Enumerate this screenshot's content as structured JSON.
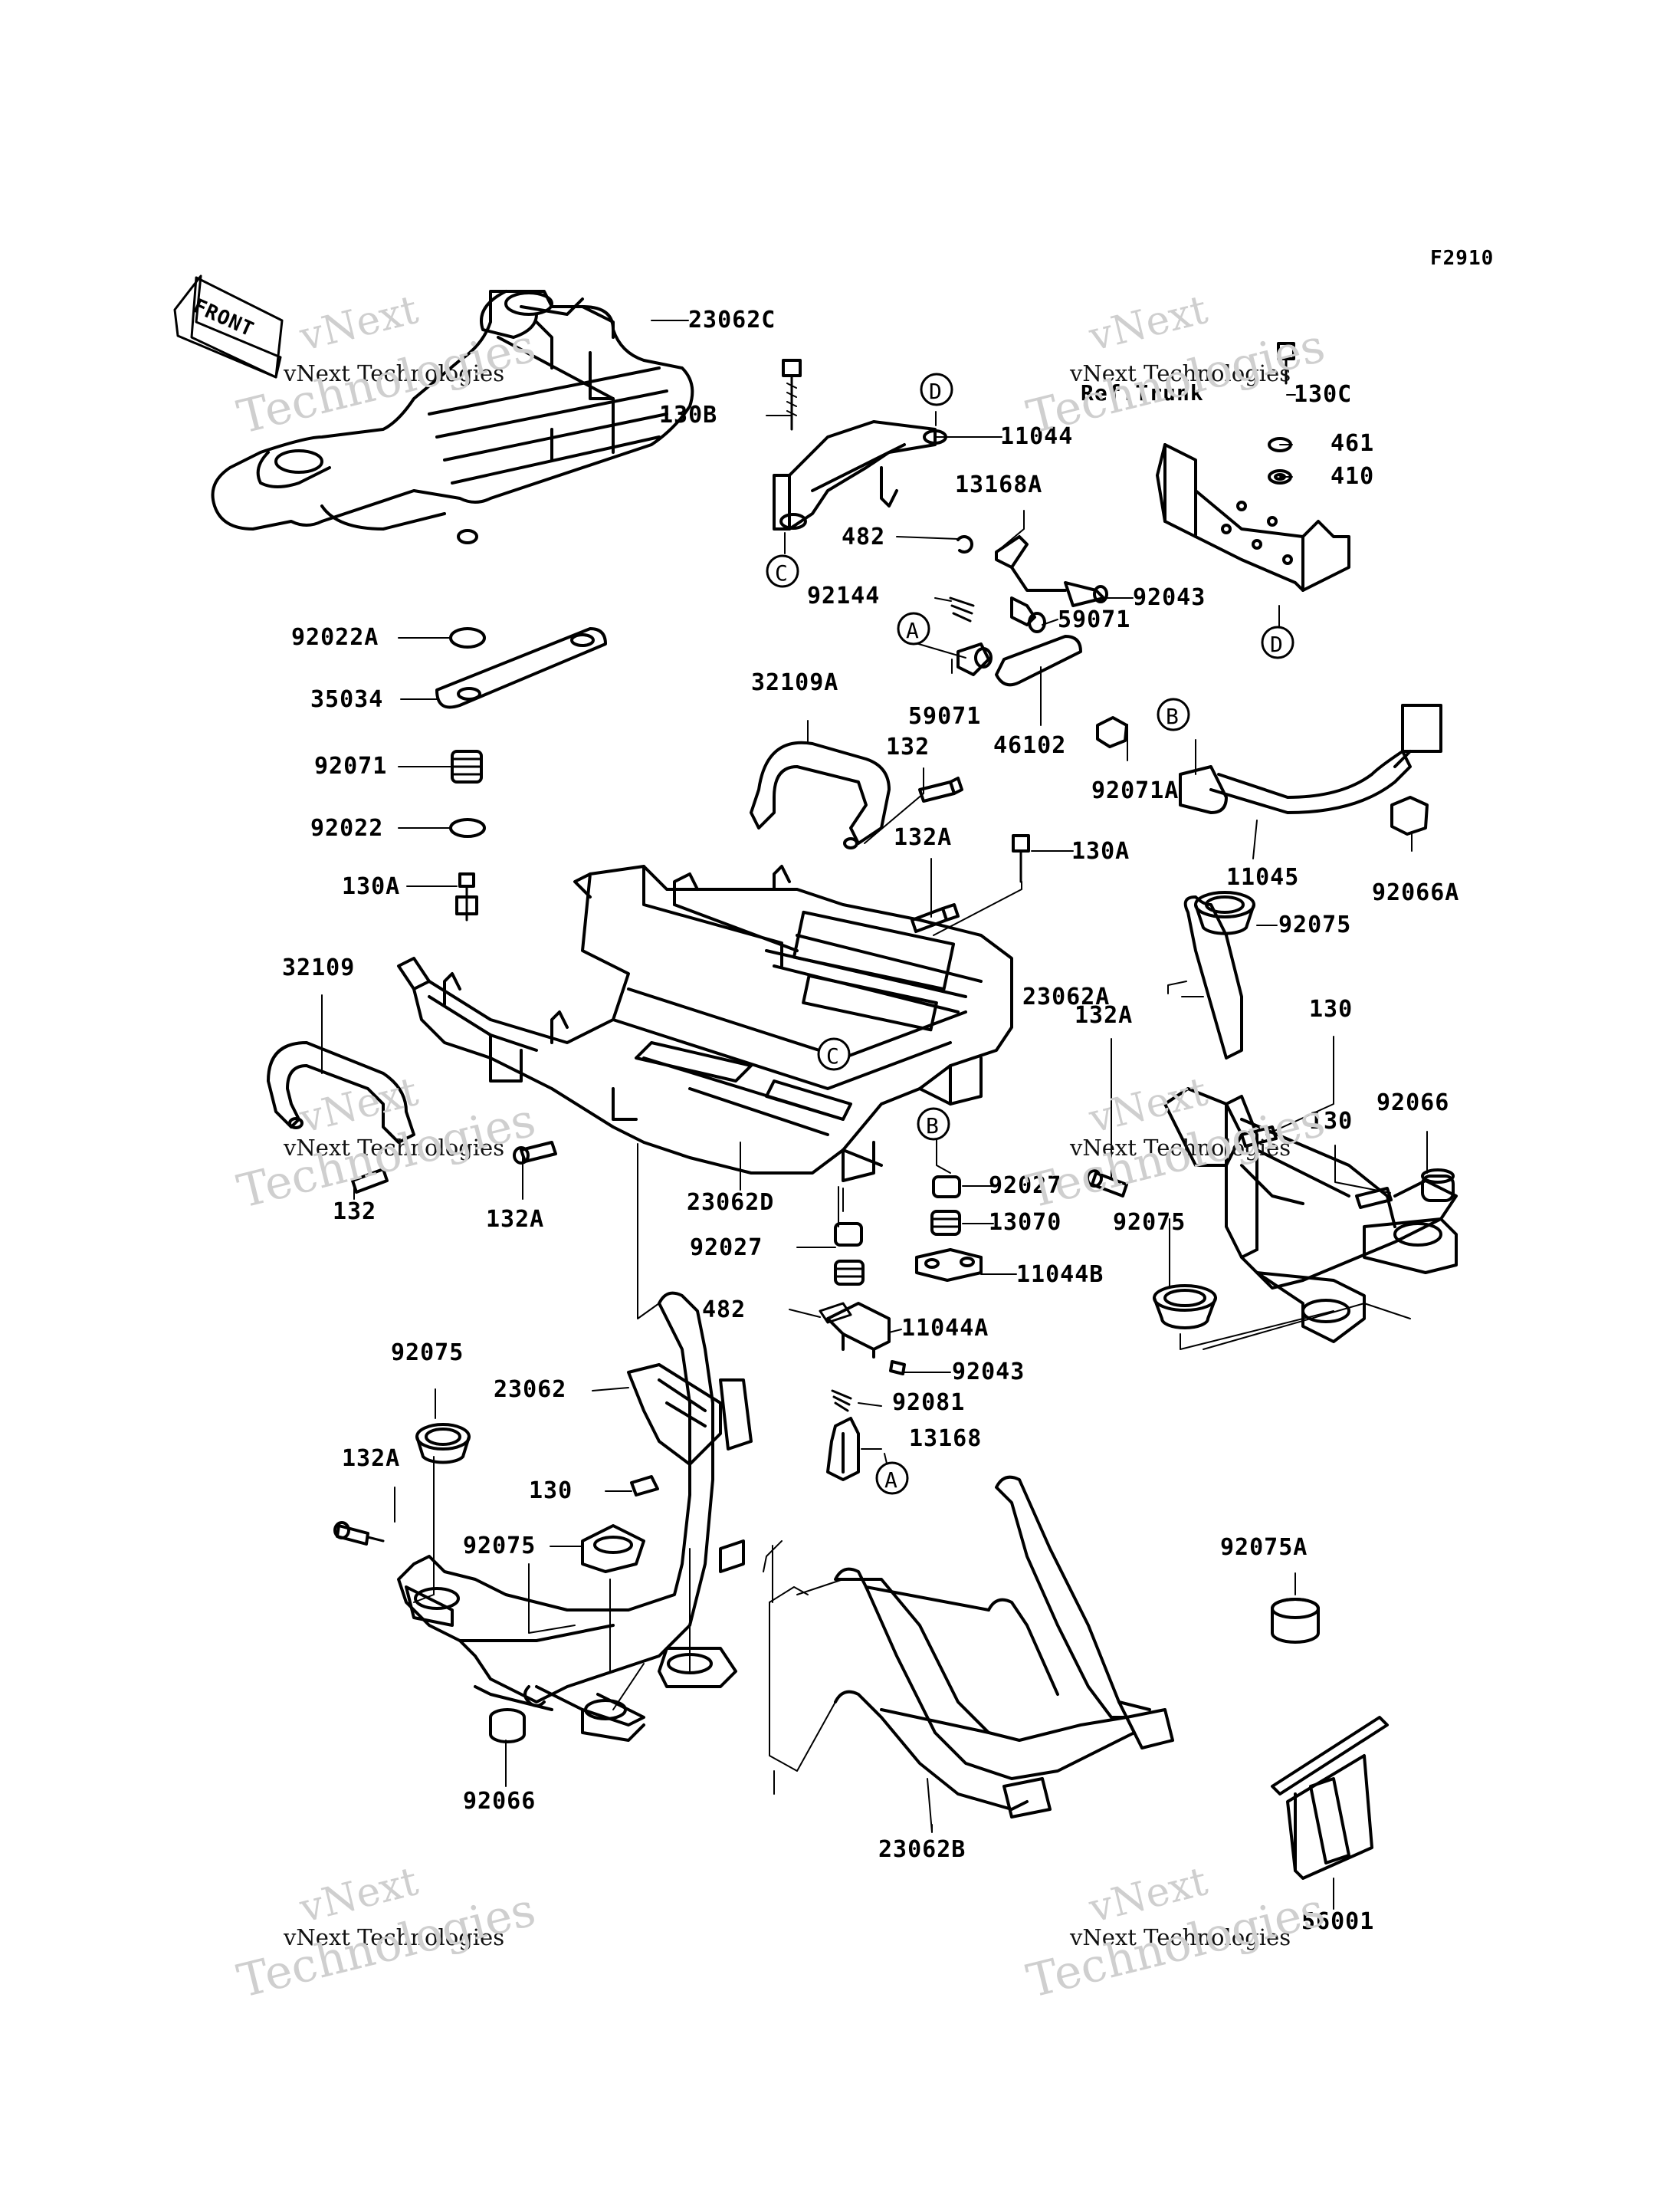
{
  "figure_code": "F2910",
  "front_label": "FRONT",
  "ref_note": "Ref.Trunk",
  "watermark": {
    "line1": "vNext",
    "line2": "vNext Technologies",
    "line3": "Technologies"
  },
  "callouts": {
    "A": "A",
    "B": "B",
    "C": "C",
    "D": "D"
  },
  "parts": {
    "p23062C": "23062C",
    "p130B": "130B",
    "p11044": "11044",
    "p130C": "130C",
    "p461": "461",
    "p410": "410",
    "p13168A": "13168A",
    "p482a": "482",
    "p92144": "92144",
    "p92043a": "92043",
    "p59071a": "59071",
    "p59071b": "59071",
    "p46102": "46102",
    "p92022A": "92022A",
    "p35034": "35034",
    "p92071": "92071",
    "p92022": "92022",
    "p130Aa": "130A",
    "p32109A": "32109A",
    "p132a": "132",
    "p132Aa": "132A",
    "p130Ab": "130A",
    "p92071A": "92071A",
    "p11045": "11045",
    "p92066A": "92066A",
    "p92075a": "92075",
    "p23062A": "23062A",
    "p132Ab": "132A",
    "p130a": "130",
    "p32109": "32109",
    "p130b": "130",
    "p92066a": "92066",
    "p132b": "132",
    "p132Ac": "132A",
    "p23062D": "23062D",
    "p92027a": "92027",
    "p13070": "13070",
    "p92027b": "92027",
    "p11044B": "11044B",
    "p92075b": "92075",
    "p482b": "482",
    "p11044A": "11044A",
    "p92043b": "92043",
    "p92075c": "92075",
    "p23062": "23062",
    "p92081": "92081",
    "p13168": "13168",
    "p132Ad": "132A",
    "p130c": "130",
    "p92075d": "92075",
    "p92075A": "92075A",
    "p92066b": "92066",
    "p23062B": "23062B",
    "p56001": "56001"
  }
}
